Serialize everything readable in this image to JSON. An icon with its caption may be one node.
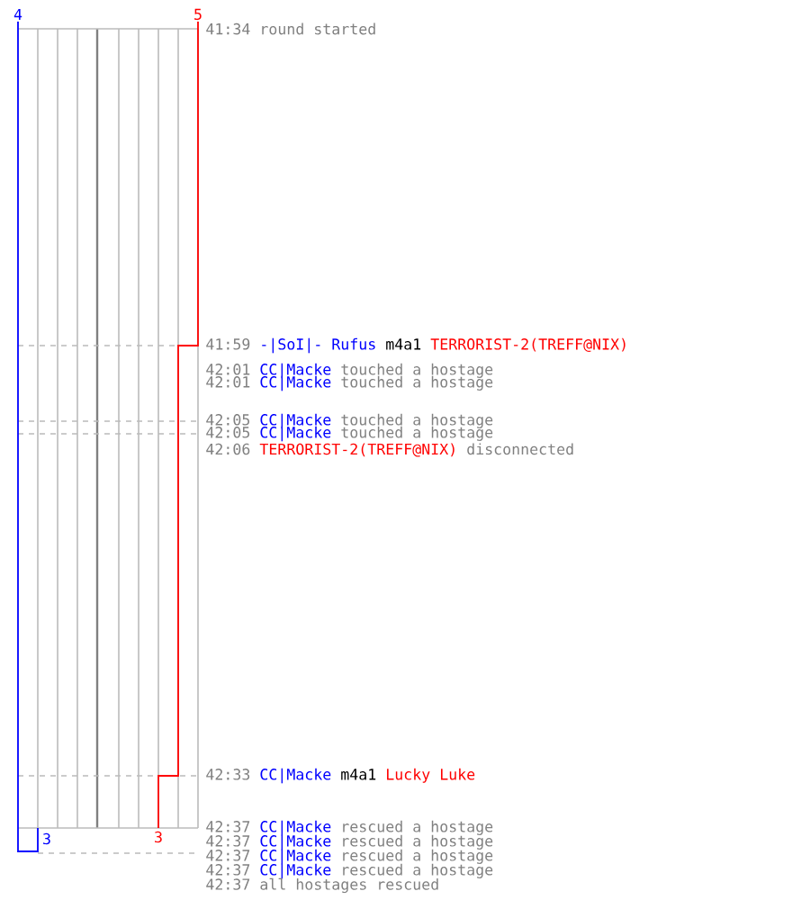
{
  "diagram": {
    "labels": [
      "4",
      "5",
      "41:34",
      "round started",
      "41:59",
      "-|SoI|- Rufus",
      "m4a1",
      "TERRORIST-2(TREFF@NIX)",
      "42:01",
      "CC|Macke",
      "touched a hostage",
      "42:01",
      "CC|Macke",
      "touched a hostage",
      "42:05",
      "CC|Macke",
      "touched a hostage",
      "42:05",
      "CC|Macke",
      "touched a hostage",
      "42:06",
      "TERRORIST-2(TREFF@NIX)",
      "disconnected",
      "42:33",
      "CC|Macke",
      "m4a1",
      "Lucky Luke",
      "3",
      "3",
      "42:37",
      "CC|Macke",
      "rescued a hostage",
      "42:37",
      "CC|Macke",
      "rescued a hostage",
      "42:37",
      "CC|Macke",
      "rescued a hostage",
      "42:37",
      "CC|Macke",
      "rescued a hostage",
      "42:37",
      "all hostages rescued"
    ]
  }
}
